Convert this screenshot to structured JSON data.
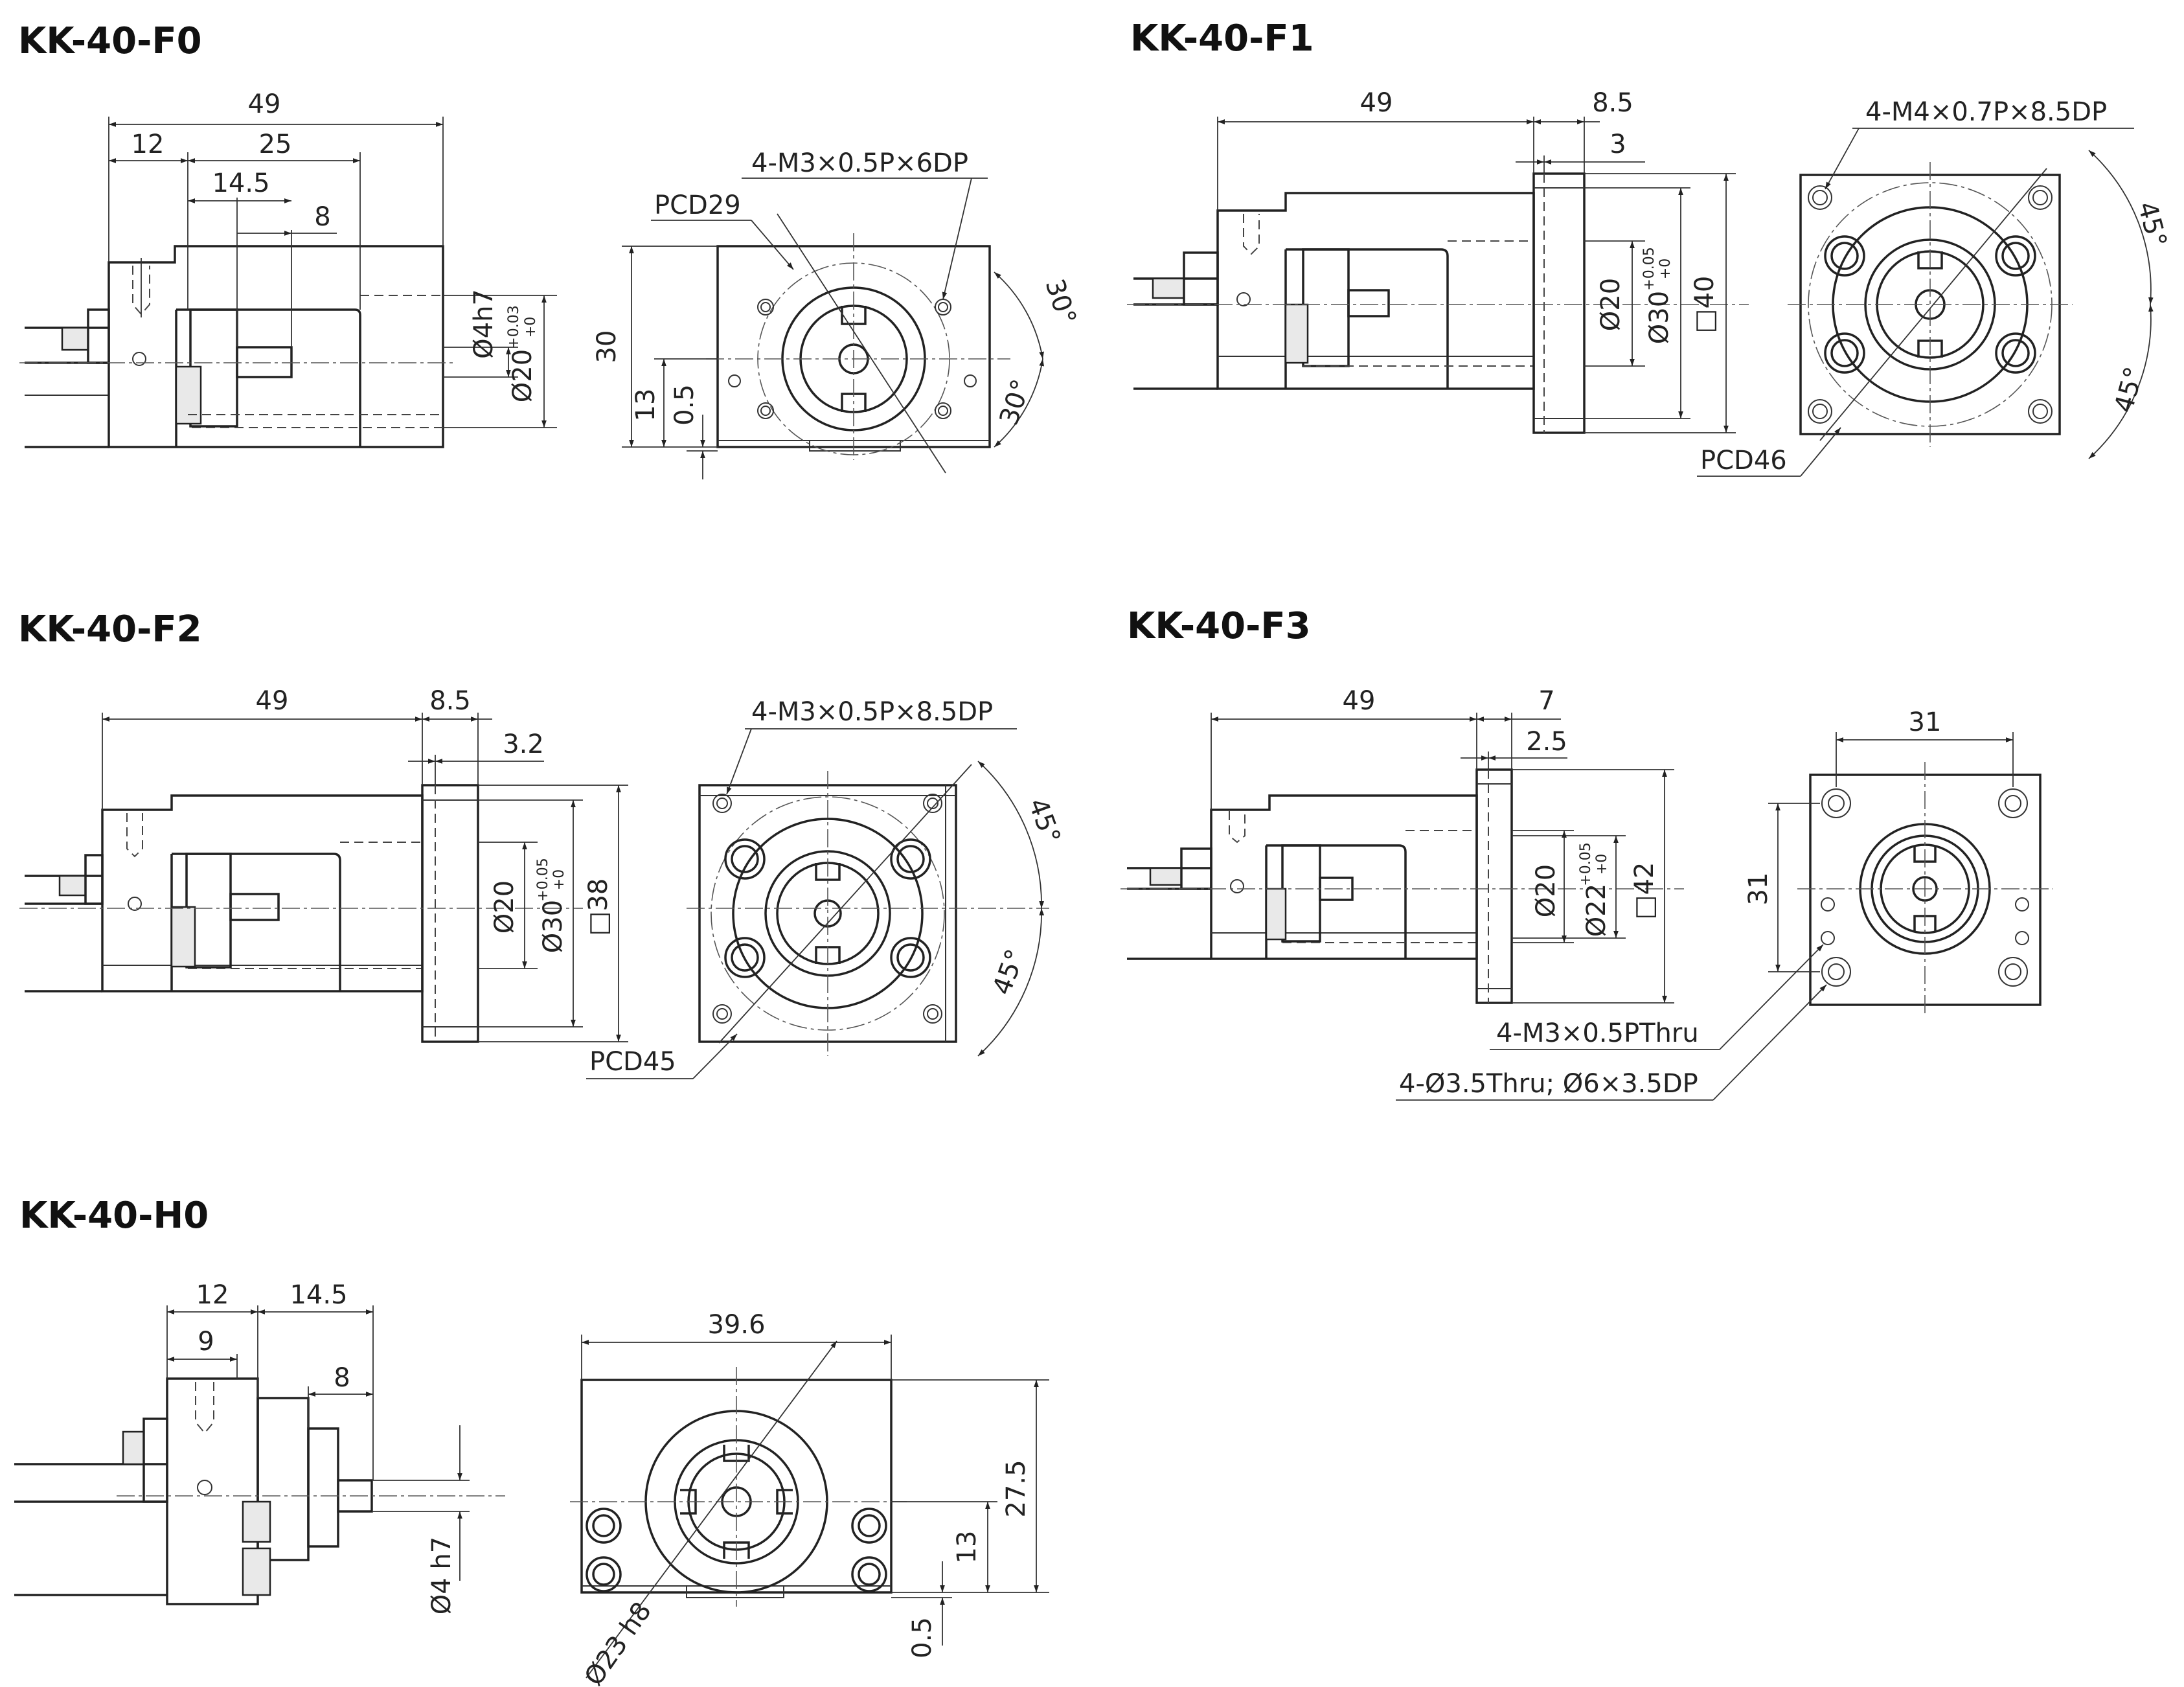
{
  "sections": {
    "f0": {
      "title": "KK-40-F0",
      "dims": {
        "d49": "49",
        "d12": "12",
        "d25": "25",
        "d14_5": "14.5",
        "d8": "8",
        "phi4h7": "Ø4h7",
        "phi20": "Ø20",
        "phi20_tol_upper": "+0.03",
        "phi20_tol_lower": "+0",
        "thread": "4-M3×0.5P×6DP",
        "pcd": "PCD29",
        "h30": "30",
        "h13": "13",
        "h0_5": "0.5",
        "ang_top": "30°",
        "ang_bottom": "30°"
      }
    },
    "f1": {
      "title": "KK-40-F1",
      "dims": {
        "d49": "49",
        "d8_5": "8.5",
        "d3": "3",
        "phi20": "Ø20",
        "phi30": "Ø30",
        "phi30_tol_upper": "+0.05",
        "phi30_tol_lower": "+0",
        "sq40": "□40",
        "thread": "4-M4×0.7P×8.5DP",
        "pcd": "PCD46",
        "ang_top": "45°",
        "ang_bottom": "45°"
      }
    },
    "f2": {
      "title": "KK-40-F2",
      "dims": {
        "d49": "49",
        "d8_5": "8.5",
        "d3_2": "3.2",
        "phi20": "Ø20",
        "phi30": "Ø30",
        "phi30_tol_upper": "+0.05",
        "phi30_tol_lower": "+0",
        "sq38": "□38",
        "thread": "4-M3×0.5P×8.5DP",
        "pcd": "PCD45",
        "ang_top": "45°",
        "ang_bottom": "45°"
      }
    },
    "f3": {
      "title": "KK-40-F3",
      "dims": {
        "d49": "49",
        "d7": "7",
        "d2_5": "2.5",
        "phi20": "Ø20",
        "phi22": "Ø22",
        "phi22_tol_upper": "+0.05",
        "phi22_tol_lower": "+0",
        "sq42": "□42",
        "w31": "31",
        "h31": "31",
        "thread": "4-M3×0.5PThru",
        "holes": "4-Ø3.5Thru; Ø6×3.5DP"
      }
    },
    "h0": {
      "title": "KK-40-H0",
      "dims": {
        "d12": "12",
        "d14_5": "14.5",
        "d9": "9",
        "d8": "8",
        "phi4h7": "Ø4 h7",
        "w39_6": "39.6",
        "h27_5": "27.5",
        "h13": "13",
        "h0_5": "0.5",
        "phi23h8": "Ø23 h8"
      }
    }
  }
}
